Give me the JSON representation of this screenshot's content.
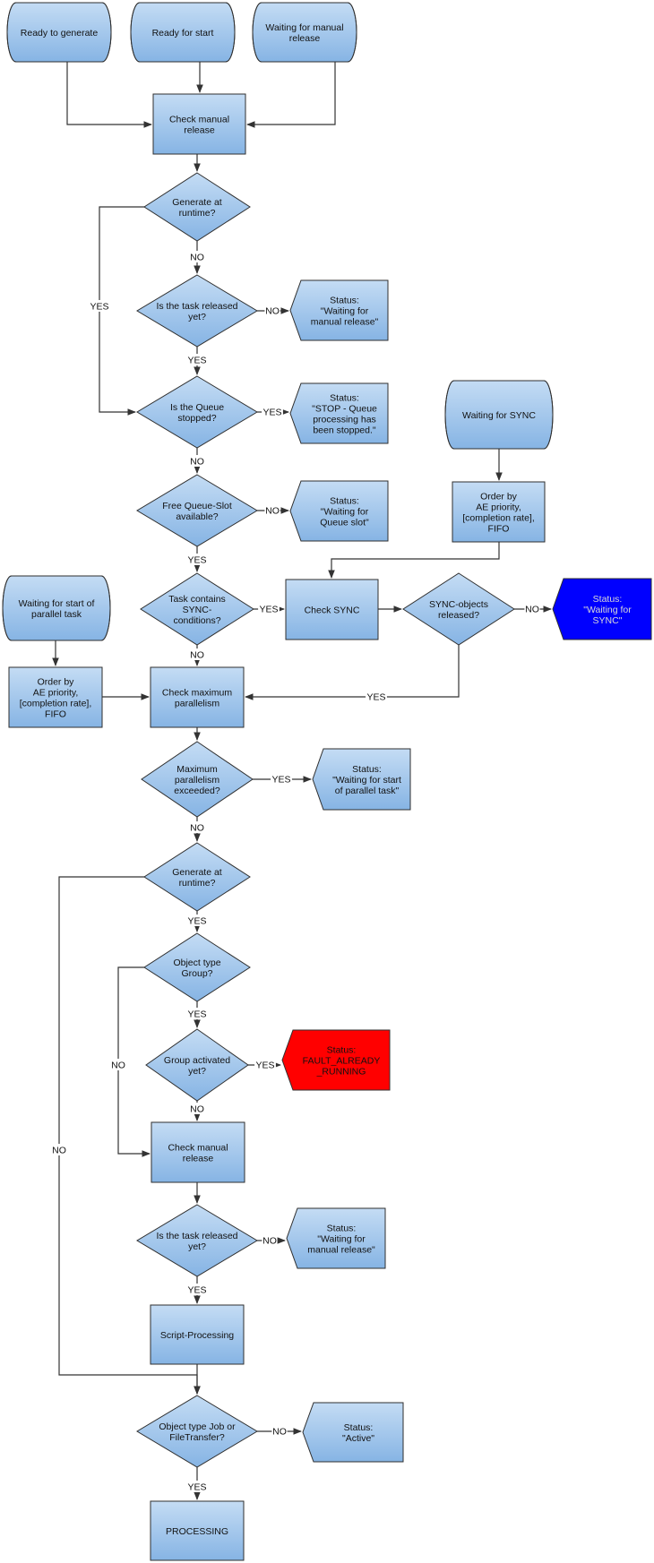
{
  "diagram": {
    "nodes": [
      {
        "id": "ready_generate",
        "label": "Ready to generate"
      },
      {
        "id": "ready_start",
        "label": "Ready for start"
      },
      {
        "id": "waiting_manual_release",
        "label": "Waiting for manual release"
      },
      {
        "id": "check_manual_release_1",
        "label": "Check manual release"
      },
      {
        "id": "generate_runtime_1",
        "label": "Generate at runtime?"
      },
      {
        "id": "task_released_1",
        "label": "Is the task released yet?"
      },
      {
        "id": "status_waiting_manual_1",
        "label": "Status: \"Waiting for manual release\""
      },
      {
        "id": "queue_stopped",
        "label": "Is the Queue stopped?"
      },
      {
        "id": "status_stop_queue",
        "label": "Status: \"STOP - Queue processing has been stopped.\""
      },
      {
        "id": "waiting_sync",
        "label": "Waiting for SYNC"
      },
      {
        "id": "free_queue_slot",
        "label": "Free Queue-Slot available?"
      },
      {
        "id": "status_waiting_queue_slot",
        "label": "Status: \"Waiting for Queue slot\""
      },
      {
        "id": "order_priority_sync",
        "label": "Order by AE priority, [completion rate], FIFO"
      },
      {
        "id": "waiting_parallel",
        "label": "Waiting for start of parallel task"
      },
      {
        "id": "task_sync_conditions",
        "label": "Task contains SYNC-conditions?"
      },
      {
        "id": "check_sync",
        "label": "Check SYNC"
      },
      {
        "id": "sync_released",
        "label": "SYNC-objects released?"
      },
      {
        "id": "status_waiting_sync",
        "label": "Status: \"Waiting for SYNC\""
      },
      {
        "id": "order_priority_parallel",
        "label": "Order by AE priority, [completion rate], FIFO"
      },
      {
        "id": "check_max_parallelism",
        "label": "Check maximum parallelism"
      },
      {
        "id": "max_parallelism_exceeded",
        "label": "Maximum parallelism exceeded?"
      },
      {
        "id": "status_waiting_parallel",
        "label": "Status: \"Waiting for start of parallel task\""
      },
      {
        "id": "generate_runtime_2",
        "label": "Generate at runtime?"
      },
      {
        "id": "object_type_group",
        "label": "Object type Group?"
      },
      {
        "id": "group_activated",
        "label": "Group activated yet?"
      },
      {
        "id": "status_fault",
        "label": "Status: FAULT_ALREADY _RUNNING"
      },
      {
        "id": "check_manual_release_2",
        "label": "Check manual release"
      },
      {
        "id": "task_released_2",
        "label": "Is the task released yet?"
      },
      {
        "id": "status_waiting_manual_2",
        "label": "Status: \"Waiting for manual release\""
      },
      {
        "id": "script_processing",
        "label": "Script-Processing"
      },
      {
        "id": "object_type_job",
        "label": "Object type Job or FileTransfer?"
      },
      {
        "id": "status_active",
        "label": "Status: \"Active\""
      },
      {
        "id": "processing",
        "label": "PROCESSING"
      }
    ],
    "edges": [
      {
        "from": "ready_generate",
        "to": "check_manual_release_1",
        "label": ""
      },
      {
        "from": "ready_start",
        "to": "check_manual_release_1",
        "label": ""
      },
      {
        "from": "waiting_manual_release",
        "to": "check_manual_release_1",
        "label": ""
      },
      {
        "from": "check_manual_release_1",
        "to": "generate_runtime_1",
        "label": ""
      },
      {
        "from": "generate_runtime_1",
        "to": "task_released_1",
        "label": "NO"
      },
      {
        "from": "generate_runtime_1",
        "to": "queue_stopped",
        "label": "YES"
      },
      {
        "from": "task_released_1",
        "to": "status_waiting_manual_1",
        "label": "NO"
      },
      {
        "from": "task_released_1",
        "to": "queue_stopped",
        "label": "YES"
      },
      {
        "from": "queue_stopped",
        "to": "status_stop_queue",
        "label": "YES"
      },
      {
        "from": "queue_stopped",
        "to": "free_queue_slot",
        "label": "NO"
      },
      {
        "from": "free_queue_slot",
        "to": "status_waiting_queue_slot",
        "label": "NO"
      },
      {
        "from": "free_queue_slot",
        "to": "task_sync_conditions",
        "label": "YES"
      },
      {
        "from": "waiting_sync",
        "to": "order_priority_sync",
        "label": ""
      },
      {
        "from": "order_priority_sync",
        "to": "check_sync",
        "label": ""
      },
      {
        "from": "task_sync_conditions",
        "to": "check_sync",
        "label": "YES"
      },
      {
        "from": "task_sync_conditions",
        "to": "check_max_parallelism",
        "label": "NO"
      },
      {
        "from": "check_sync",
        "to": "sync_released",
        "label": ""
      },
      {
        "from": "sync_released",
        "to": "status_waiting_sync",
        "label": "NO"
      },
      {
        "from": "sync_released",
        "to": "check_max_parallelism",
        "label": "YES"
      },
      {
        "from": "waiting_parallel",
        "to": "order_priority_parallel",
        "label": ""
      },
      {
        "from": "order_priority_parallel",
        "to": "check_max_parallelism",
        "label": ""
      },
      {
        "from": "check_max_parallelism",
        "to": "max_parallelism_exceeded",
        "label": ""
      },
      {
        "from": "max_parallelism_exceeded",
        "to": "status_waiting_parallel",
        "label": "YES"
      },
      {
        "from": "max_parallelism_exceeded",
        "to": "generate_runtime_2",
        "label": "NO"
      },
      {
        "from": "generate_runtime_2",
        "to": "object_type_group",
        "label": "YES"
      },
      {
        "from": "generate_runtime_2",
        "to": "object_type_job",
        "label": "NO"
      },
      {
        "from": "object_type_group",
        "to": "group_activated",
        "label": "YES"
      },
      {
        "from": "object_type_group",
        "to": "check_manual_release_2",
        "label": "NO"
      },
      {
        "from": "group_activated",
        "to": "status_fault",
        "label": "YES"
      },
      {
        "from": "group_activated",
        "to": "check_manual_release_2",
        "label": "NO"
      },
      {
        "from": "check_manual_release_2",
        "to": "task_released_2",
        "label": ""
      },
      {
        "from": "task_released_2",
        "to": "status_waiting_manual_2",
        "label": "NO"
      },
      {
        "from": "task_released_2",
        "to": "script_processing",
        "label": "YES"
      },
      {
        "from": "script_processing",
        "to": "object_type_job",
        "label": ""
      },
      {
        "from": "object_type_job",
        "to": "status_active",
        "label": "NO"
      },
      {
        "from": "object_type_job",
        "to": "processing",
        "label": "YES"
      }
    ]
  }
}
